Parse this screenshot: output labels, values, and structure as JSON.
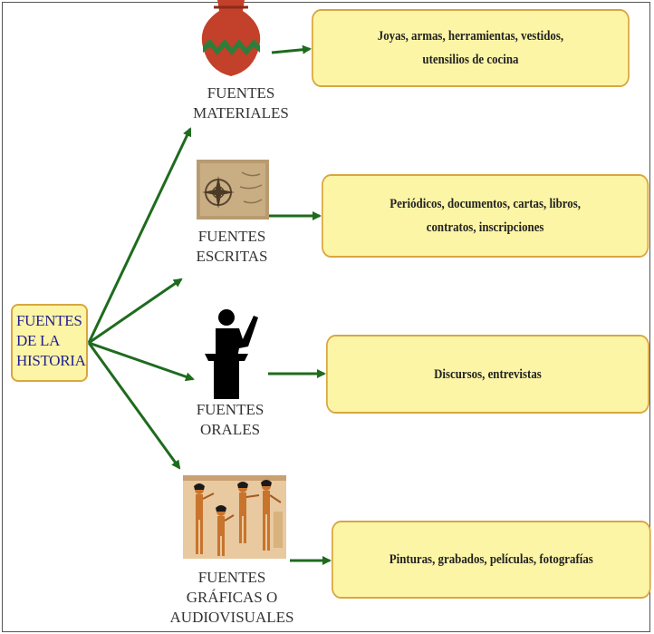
{
  "root": {
    "lines": [
      "FUENTES",
      "DE LA",
      "HISTORIA"
    ]
  },
  "categories": [
    {
      "id": "materiales",
      "icon": "clay-pot-icon",
      "label_lines": [
        "FUENTES",
        "MATERIALES"
      ],
      "detail_lines": [
        "Joyas, armas, herramientas, vestidos,",
        "utensilios de cocina"
      ]
    },
    {
      "id": "escritas",
      "icon": "parchment-map-icon",
      "label_lines": [
        "FUENTES",
        "ESCRITAS"
      ],
      "detail_lines": [
        "Periódicos, documentos, cartas, libros,",
        "contratos, inscripciones"
      ]
    },
    {
      "id": "orales",
      "icon": "speaker-podium-icon",
      "label_lines": [
        "FUENTES",
        "ORALES"
      ],
      "detail_lines": [
        "Discursos, entrevistas"
      ]
    },
    {
      "id": "graficas",
      "icon": "egyptian-painting-icon",
      "label_lines": [
        "FUENTES",
        "GRÁFICAS O",
        "AUDIOVISUALES"
      ],
      "detail_lines": [
        "Pinturas, grabados, películas, fotografías"
      ]
    }
  ],
  "colors": {
    "arrow": "#1e6b1e",
    "box_fill": "#fdf5a6",
    "box_border": "#d9a640",
    "root_text": "#1f1f8f"
  }
}
